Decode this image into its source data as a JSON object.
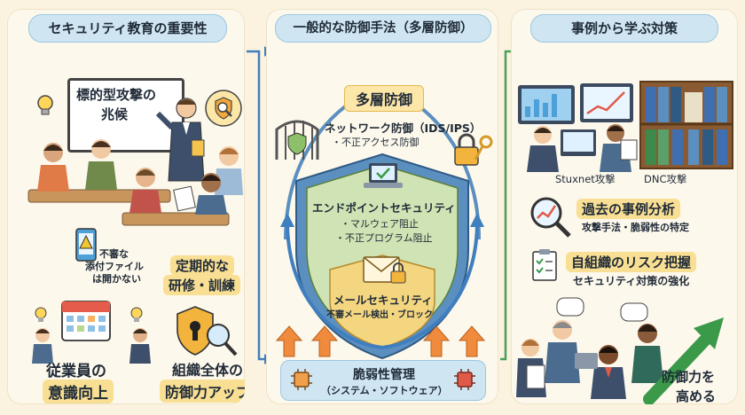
{
  "panels": {
    "security_education": {
      "title": "セキュリティ教育の重要性",
      "whiteboard_line1": "標的型攻撃の",
      "whiteboard_line2": "兆候",
      "warning_line1": "不審な",
      "warning_line2": "添付ファイル",
      "warning_line3": "は開かない",
      "training_line1": "定期的な",
      "training_line2": "研修・訓練",
      "awareness_line1": "従業員の",
      "awareness_line2": "意識向上",
      "org_line1": "組織全体の",
      "org_line2": "防御力アップ"
    },
    "defense_methods": {
      "title": "一般的な防御手法（多層防御）",
      "layered_label": "多層防御",
      "network_title": "ネットワーク防御（IDS/IPS）",
      "network_sub": "・不正アクセス防御",
      "endpoint_title": "エンドポイントセキュリティ",
      "endpoint_sub1": "・マルウェア阻止",
      "endpoint_sub2": "・不正プログラム阻止",
      "mail_title": "メールセキュリティ",
      "mail_sub": "不審メール検出・ブロック",
      "vuln_title": "脆弱性管理",
      "vuln_sub": "（システム・ソフトウェア）"
    },
    "case_studies": {
      "title": "事例から学ぶ対策",
      "case1": "Stuxnet攻撃",
      "case2": "DNC攻撃",
      "analysis_title": "過去の事例分析",
      "analysis_sub": "攻撃手法・脆弱性の特定",
      "risk_title": "自組織のリスク把握",
      "risk_sub": "セキュリティ対策の強化",
      "result_line1": "防御力を",
      "result_line2": "高める"
    }
  },
  "colors": {
    "title_bg": "#cfe6f2",
    "highlight": "#f8df93",
    "shield_outer": "#5b8fbf",
    "shield_inner": "#cfe3b4",
    "growth_arrow": "#3a9a4a",
    "up_arrow": "#f08a3c",
    "flow_arrow": "#3f7fc0"
  },
  "icons": [
    "lightbulb-icon",
    "magnifier-shield-icon",
    "calendar-icon",
    "keyhole-shield-icon",
    "gate-icon",
    "lock-key-icon",
    "laptop-check-icon",
    "envelope-lock-icon",
    "chip-icon",
    "bookshelf-icon",
    "magnifier-chart-icon",
    "checklist-icon",
    "growth-arrow-icon"
  ]
}
